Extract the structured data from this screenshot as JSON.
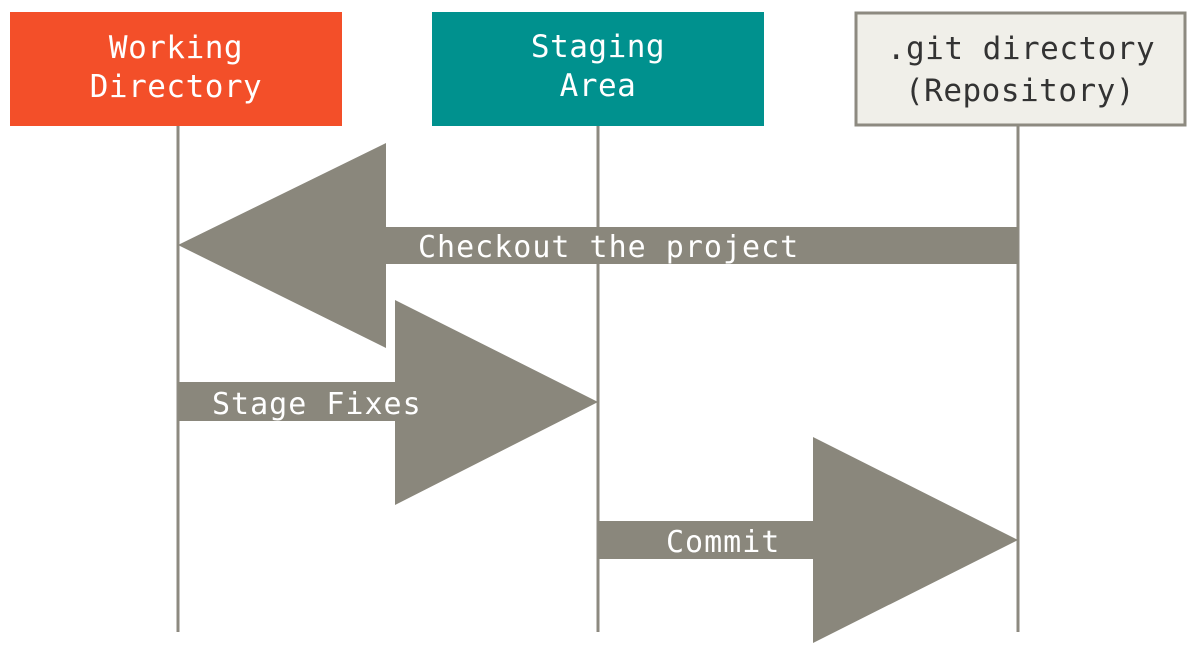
{
  "colors": {
    "working": "#f34f29",
    "staging": "#00918e",
    "repo_fill": "#f0efe9",
    "repo_border": "#8d8a80",
    "arrow": "#8a877c",
    "lifeline": "#8d8a80",
    "box_text_light": "#ffffff",
    "box_text_dark": "#333333"
  },
  "columns": {
    "working": {
      "line1": "Working",
      "line2": "Directory"
    },
    "staging": {
      "line1": "Staging",
      "line2": "Area"
    },
    "repository": {
      "line1": ".git directory",
      "line2": "(Repository)"
    }
  },
  "arrows": {
    "checkout": {
      "label": "Checkout the project",
      "from": "repository",
      "to": "working"
    },
    "stage": {
      "label": "Stage Fixes",
      "from": "working",
      "to": "staging"
    },
    "commit": {
      "label": "Commit",
      "from": "staging",
      "to": "repository"
    }
  }
}
